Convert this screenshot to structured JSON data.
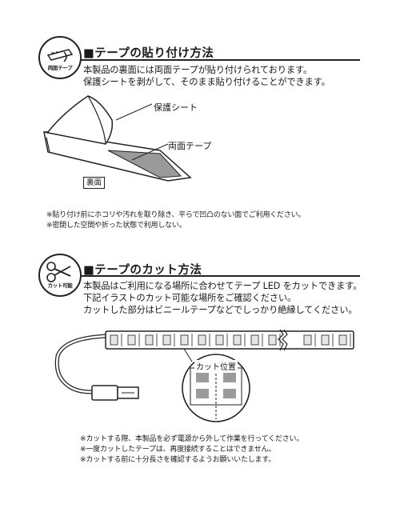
{
  "section1": {
    "badge_label": "両面テープ",
    "title": "■テープの貼り付け方法",
    "body": [
      "本製品の裏面には両面テープが貼り付けられております。",
      "保護シートを剥がして、そのまま貼り付けることができます。"
    ],
    "label_protect": "保護シート",
    "label_tape": "両面テープ",
    "label_back": "裏面",
    "notes": [
      "※貼り付け前にホコリや汚れを取り除き、平らで凹凸のない面でご利用ください。",
      "※密閉した空間や折った状態で利用しない。"
    ]
  },
  "section2": {
    "badge_label": "カット可能",
    "title": "■テープのカット方法",
    "body": [
      "本製品はご利用になる場所に合わせてテープ LED をカットできます。",
      "下記イラストのカット可能な場所をご確認ください。",
      "カットした部分はビニールテープなどでしっかり絶縁してください。"
    ],
    "cut_label": "カット位置",
    "notes": [
      "※カットする際、本製品を必ず電源から外して作業を行ってください。",
      "※一度カットしたテープは、再度接続することはできません。",
      "※カットする前に十分長さを確認するようお願いいたします。"
    ]
  },
  "colors": {
    "ink": "#1a1a1a",
    "tape_gray": "#9a9a9a",
    "led_fill": "#e6e6e6"
  }
}
